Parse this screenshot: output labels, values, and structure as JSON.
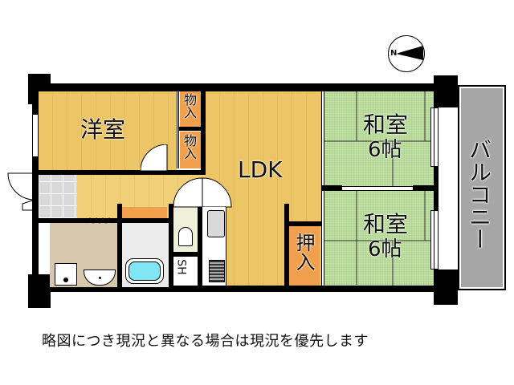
{
  "plan": {
    "rooms": [
      {
        "id": "western-room",
        "label": "洋室"
      },
      {
        "id": "ldk",
        "label": "LDK"
      },
      {
        "id": "japanese-room-1",
        "label": "和室",
        "size": "6帖"
      },
      {
        "id": "japanese-room-2",
        "label": "和室",
        "size": "6帖"
      },
      {
        "id": "balcony",
        "label": "バルコニー"
      },
      {
        "id": "storage-1",
        "label": "物入"
      },
      {
        "id": "storage-2",
        "label": "物入"
      },
      {
        "id": "oshiire",
        "label": "押入"
      },
      {
        "id": "shoe-storage",
        "label": "SH"
      }
    ],
    "compass": {
      "label": "N"
    },
    "colors": {
      "wood": "#ecc566",
      "tatami": "#b9dc9a",
      "closet": "#f0a04c",
      "balcony": "#a6a6a6",
      "washroom": "#d7c8ac",
      "bath": "#7fe6f5",
      "wall": "#000000"
    }
  },
  "caption": "略図につき現況と異なる場合は現況を優先します"
}
